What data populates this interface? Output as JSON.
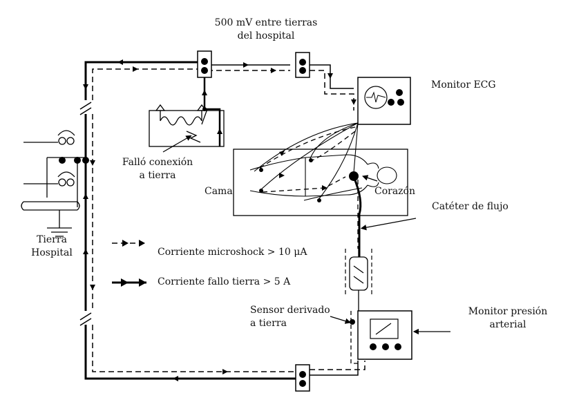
{
  "labels": {
    "top_line1": "500 mV entre tierras",
    "top_line2": "del hospital",
    "ecg_monitor": "Monitor ECG",
    "fallo_line1": "Falló conexión",
    "fallo_line2": "a tierra",
    "cama": "Cama",
    "corazon": "Corazón",
    "cateter": "Catéter de flujo",
    "tierra_line1": "Tierra",
    "tierra_line2": "Hospital",
    "sensor_line1": "Sensor derivado",
    "sensor_line2": "a tierra",
    "presion_line1": "Monitor presión",
    "presion_line2": "arterial"
  },
  "legend": {
    "microshock": "Corriente microshock > 10 μA",
    "fault": "Corriente fallo tierra > 5 A"
  }
}
